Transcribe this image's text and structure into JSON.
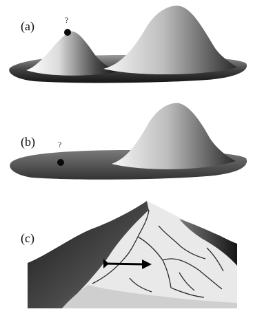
{
  "panels": [
    {
      "id": "a",
      "label": "(a)",
      "marker_text": "?"
    },
    {
      "id": "b",
      "label": "(b)",
      "marker_text": "?"
    },
    {
      "id": "c",
      "label": "(c)"
    }
  ],
  "colors": {
    "hill_light": "#f4f4f4",
    "hill_dark": "#1c1c1c",
    "base_plain": "#5a5a5a",
    "ball": "#0a0a0a",
    "arrow": "#000000",
    "rock_dark": "#202020",
    "rock_light": "#e9e9e9",
    "crack": "#2a2a2a"
  }
}
